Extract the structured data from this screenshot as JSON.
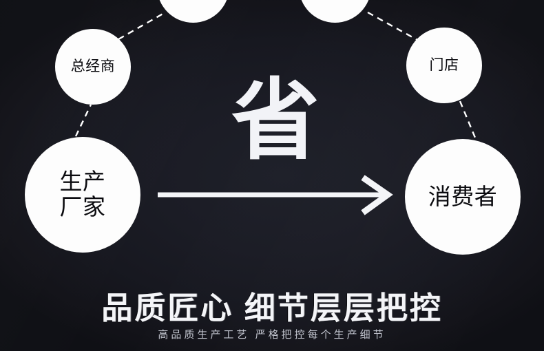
{
  "theme": {
    "background_dark": "#121218",
    "background_center": "#1e2029",
    "circle_fill": "#fdfdfd",
    "circle_text": "#0b0b0f",
    "accent_text": "#f2f3f7",
    "line_color": "#ffffff"
  },
  "hero": {
    "character": "省"
  },
  "nodes": [
    {
      "id": "top-left",
      "label": "",
      "size": "blank"
    },
    {
      "id": "top-right",
      "label": "",
      "size": "blank"
    },
    {
      "id": "agent",
      "label": "总经商",
      "size": "small"
    },
    {
      "id": "store",
      "label": "门店",
      "size": "small"
    },
    {
      "id": "factory",
      "label": "生产\n厂家",
      "size": "large"
    },
    {
      "id": "consumer",
      "label": "消费者",
      "size": "large"
    }
  ],
  "arrow": {
    "name": "right-arrow",
    "from_node": "factory",
    "to_node": "consumer"
  },
  "connectors": [
    {
      "from": "agent",
      "to": "top-left",
      "style": "dashed"
    },
    {
      "from": "top-right",
      "to": "store",
      "style": "dashed"
    },
    {
      "from": "factory",
      "to": "agent",
      "style": "dashed"
    },
    {
      "from": "store",
      "to": "consumer",
      "style": "dashed"
    }
  ],
  "footer": {
    "headline": "品质匠心  细节层层把控",
    "subline": "高品质生产工艺 严格把控每个生产细节"
  }
}
